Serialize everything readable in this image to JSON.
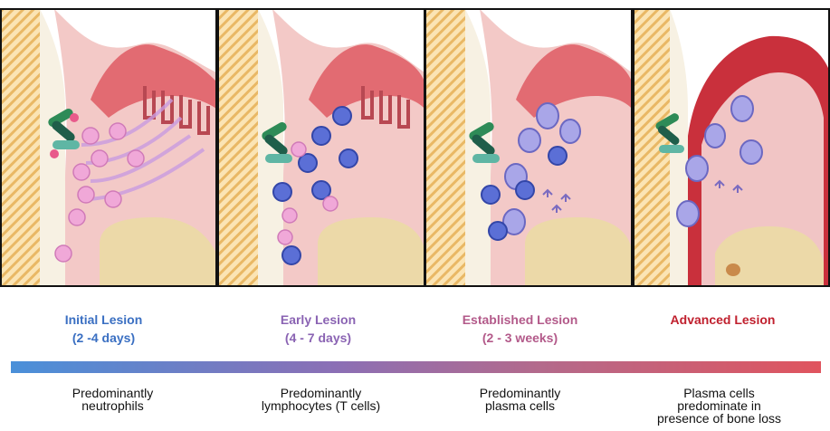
{
  "stages": [
    {
      "title_line1": "Initial Lesion",
      "title_line2": "(2 -4 days)",
      "color": "#3a6fc2",
      "desc_line1": "Predominantly",
      "desc_line2": "neutrophils",
      "desc_line3": ""
    },
    {
      "title_line1": "Early Lesion",
      "title_line2": "(4 - 7 days)",
      "color": "#8a63b3",
      "desc_line1": "Predominantly",
      "desc_line2": "lymphocytes (T cells)",
      "desc_line3": ""
    },
    {
      "title_line1": "Established Lesion",
      "title_line2": "(2 - 3 weeks)",
      "color": "#b35a8a",
      "desc_line1": "Predominantly",
      "desc_line2": "plasma cells",
      "desc_line3": ""
    },
    {
      "title_line1": "Advanced Lesion",
      "title_line2": "",
      "color": "#c0202e",
      "desc_line1": "Plasma cells",
      "desc_line2": "predominate in",
      "desc_line3": "presence of bone loss"
    }
  ],
  "colors": {
    "gingiva": "#e87b80",
    "gingiva_light": "#f4c2c2",
    "tooth": "#f7f3ea",
    "root_stripes": "#f3c77a",
    "bone": "#ecd9a8",
    "neutrophil": "#f0a8d8",
    "lymphocyte": "#5b6fd6",
    "plasma_cell": "#a9a6e8",
    "bar_start": "#4a90d9",
    "bar_end": "#e0545e"
  }
}
